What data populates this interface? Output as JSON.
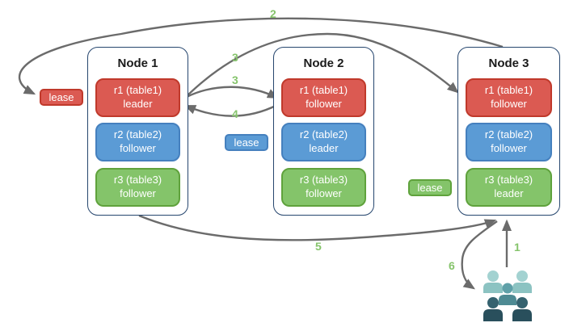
{
  "nodes": [
    {
      "name": "Node 1",
      "replicas": [
        {
          "range": "r1 (table1)",
          "role": "leader",
          "color": "red"
        },
        {
          "range": "r2 (table2)",
          "role": "follower",
          "color": "blue"
        },
        {
          "range": "r3 (table3)",
          "role": "follower",
          "color": "green"
        }
      ]
    },
    {
      "name": "Node 2",
      "replicas": [
        {
          "range": "r1 (table1)",
          "role": "follower",
          "color": "red"
        },
        {
          "range": "r2 (table2)",
          "role": "leader",
          "color": "blue"
        },
        {
          "range": "r3 (table3)",
          "role": "follower",
          "color": "green"
        }
      ]
    },
    {
      "name": "Node 3",
      "replicas": [
        {
          "range": "r1 (table1)",
          "role": "follower",
          "color": "red"
        },
        {
          "range": "r2 (table2)",
          "role": "follower",
          "color": "blue"
        },
        {
          "range": "r3 (table3)",
          "role": "leader",
          "color": "green"
        }
      ]
    }
  ],
  "leases": [
    {
      "label": "lease",
      "color": "red"
    },
    {
      "label": "lease",
      "color": "blue"
    },
    {
      "label": "lease",
      "color": "green"
    }
  ],
  "steps": {
    "s1": "1",
    "s2": "2",
    "s3a": "3",
    "s3b": "3",
    "s4": "4",
    "s5": "5",
    "s6": "6"
  },
  "icons": {
    "clients": "users-group-icon"
  },
  "colors": {
    "background": "#FFFFFF",
    "red_fill": "#DB5A52",
    "red_border": "#C0392B",
    "blue_fill": "#5B9BD5",
    "blue_border": "#4580BE",
    "green_fill": "#84C46A",
    "green_border": "#5FA23C",
    "node_border": "#26466E",
    "arrow": "#6B6B6B",
    "step_label": "#86C46C",
    "title_text": "#1A1A1A",
    "people_light_head": "#A3D2D1",
    "people_light_body": "#8CC3C2",
    "people_mid_head": "#5FA0A8",
    "people_mid_body": "#4E8A93",
    "people_dark_head": "#35626F",
    "people_dark_body": "#294F5C"
  }
}
